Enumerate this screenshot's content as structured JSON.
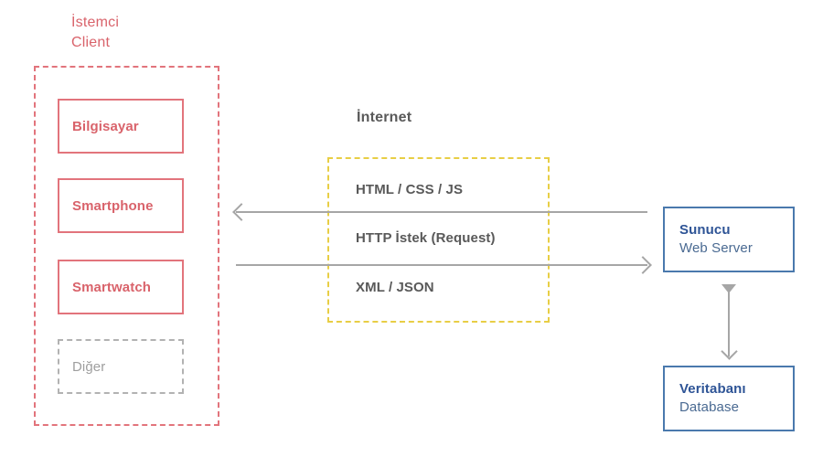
{
  "client": {
    "title_tr": "İstemci",
    "title_en": "Client",
    "color": "#d9636b",
    "devices": [
      {
        "label": "Bilgisayar",
        "style": "solid"
      },
      {
        "label": "Smartphone",
        "style": "solid"
      },
      {
        "label": "Smartwatch",
        "style": "solid"
      },
      {
        "label": "Diğer",
        "style": "dashed"
      }
    ]
  },
  "internet": {
    "title": "İnternet",
    "box_color": "#e8ce45",
    "protocols": [
      "HTML / CSS / JS",
      "HTTP İstek (Request)",
      "XML / JSON"
    ]
  },
  "flows": [
    {
      "label": "response-flow",
      "direction": "left"
    },
    {
      "label": "request-flow",
      "direction": "right"
    }
  ],
  "server": {
    "title": "Sunucu",
    "subtitle": "Web Server",
    "color": "#2e5496"
  },
  "database": {
    "title": "Veritabanı",
    "subtitle": "Database",
    "color": "#2e5496"
  }
}
